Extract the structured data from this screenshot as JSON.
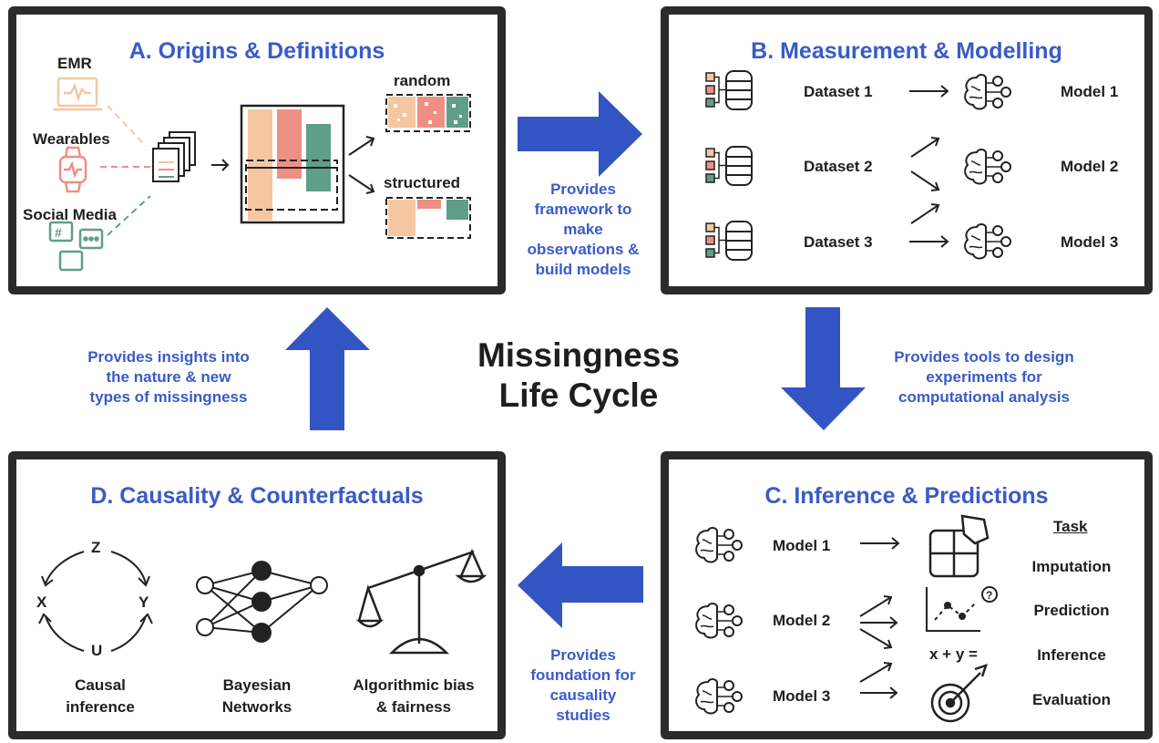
{
  "center_title": {
    "line1": "Missingness",
    "line2": "Life Cycle"
  },
  "panel_a": {
    "title": "A. Origins & Definitions",
    "sources": [
      "EMR",
      "Wearables",
      "Social Media"
    ],
    "random_label": "random",
    "structured_label": "structured"
  },
  "panel_b": {
    "title": "B. Measurement & Modelling",
    "datasets": [
      "Dataset 1",
      "Dataset 2",
      "Dataset 3"
    ],
    "models": [
      "Model 1",
      "Model 2",
      "Model 3"
    ]
  },
  "panel_c": {
    "title": "C. Inference & Predictions",
    "models": [
      "Model 1",
      "Model 2",
      "Model 3"
    ],
    "task_header": "Task",
    "tasks": [
      "Imputation",
      "Prediction",
      "Inference",
      "Evaluation"
    ],
    "formula": "x + y ="
  },
  "panel_d": {
    "title": "D. Causality & Counterfactuals",
    "dag_nodes": {
      "z": "Z",
      "x": "X",
      "y": "Y",
      "u": "U"
    },
    "items": [
      {
        "line1": "Causal",
        "line2": "inference"
      },
      {
        "line1": "Bayesian",
        "line2": "Networks"
      },
      {
        "line1": "Algorithmic bias",
        "line2": "& fairness"
      }
    ]
  },
  "transitions": {
    "a_to_b": [
      "Provides",
      "framework to",
      "make",
      "observations &",
      "build models"
    ],
    "b_to_c": [
      "Provides tools to design",
      "experiments for",
      "computational analysis"
    ],
    "c_to_d": [
      "Provides",
      "foundation for",
      "causality",
      "studies"
    ],
    "d_to_a": [
      "Provides insights into",
      "the nature & new",
      "types of missingness"
    ]
  },
  "colors": {
    "accent": "#3a5bc7",
    "orange": "#f4c7a1",
    "red": "#ee8f86",
    "green": "#5f9e89",
    "border": "#2b2b2b"
  }
}
